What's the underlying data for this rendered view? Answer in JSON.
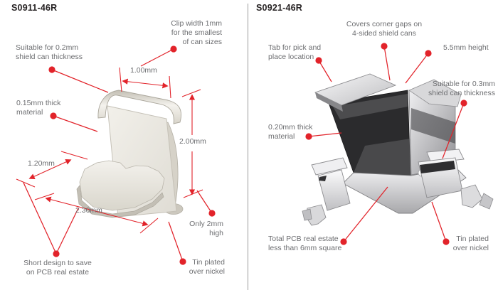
{
  "accent_red": "#e2232a",
  "text_gray": "#6d6e71",
  "divider_color": "#9b9b9b",
  "left": {
    "title": "S0911-46R",
    "annotations": {
      "suitable": "Suitable for 0.2mm\nshield can thickness",
      "clip_width": "Clip width 1mm\nfor the smallest\nof can sizes",
      "thick_material": "0.15mm thick\nmaterial",
      "only_high": "Only 2mm\nhigh",
      "short_design": "Short design to save\non PCB real estate",
      "tin_plated": "Tin plated\nover nickel"
    },
    "dimensions": {
      "clip_width": "1.00mm",
      "height": "2.00mm",
      "foot_width": "1.20mm",
      "length": "2.30mm"
    }
  },
  "right": {
    "title": "S0921-46R",
    "annotations": {
      "covers": "Covers corner gaps on\n4-sided shield cans",
      "tab": "Tab for pick and\nplace location",
      "height": "5.5mm height",
      "suitable": "Suitable for 0.3mm\nshield can thickness",
      "thick_material": "0.20mm thick\nmaterial",
      "pcb": "Total PCB real estate\nless than 6mm square",
      "tin_plated": "Tin plated\nover nickel"
    }
  }
}
